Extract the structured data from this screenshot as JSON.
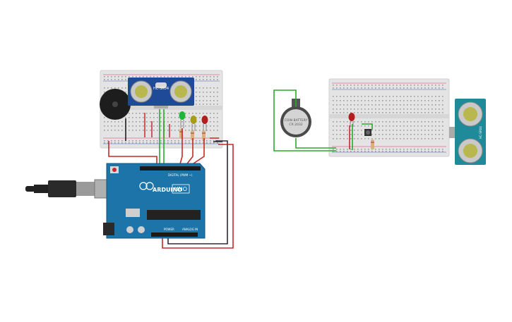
{
  "circuit_left": {
    "sensor": {
      "label": "HC-SR04"
    },
    "arduino": {
      "brand": "ARDUINO",
      "model": "UNO",
      "digital_label": "DIGITAL (PWM ~)",
      "power_label": "POWER",
      "analog_label": "ANALOG IN"
    },
    "leds": [
      {
        "color_name": "green",
        "color": "#22b33a"
      },
      {
        "color_name": "yellow",
        "color": "#a89b1a"
      },
      {
        "color_name": "red",
        "color": "#b11e1e"
      }
    ],
    "usb_cable": {
      "color": "#222222"
    }
  },
  "circuit_right": {
    "battery": {
      "line1": "COIN BATTERY",
      "line2": "CR 2032"
    },
    "sensor": {
      "label": "HC-SR04"
    },
    "led": {
      "color_name": "red",
      "color": "#b11e1e"
    }
  },
  "colors": {
    "breadboard": "#e7e7e7",
    "arduino_board": "#1d74a8",
    "sensor_board": "#1f4a97",
    "sensor_board_right": "#1f8a9a",
    "wire_red": "#c82828",
    "wire_green": "#2ca82c",
    "wire_dark": "#2b2b36"
  }
}
